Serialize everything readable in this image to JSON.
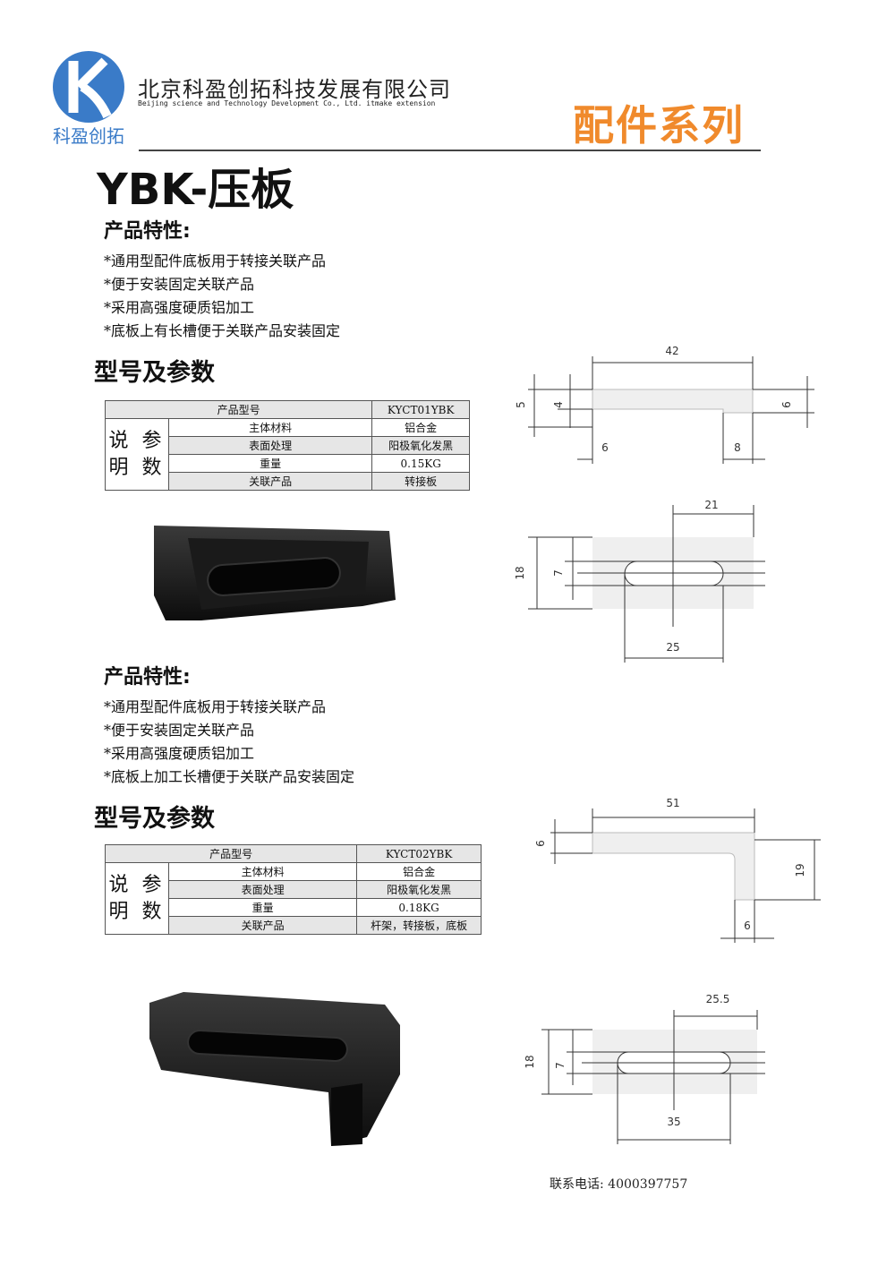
{
  "header": {
    "logo_text": "科盈创拓",
    "company_cn": "北京科盈创拓科技发展有限公司",
    "company_en": "Beijing science and Technology Development Co., Ltd. itmake extension",
    "series_label": "配件系列"
  },
  "title": "YBK-压板",
  "products": [
    {
      "features_heading": "产品特性:",
      "features": [
        "*通用型配件底板用于转接关联产品",
        "*便于安装固定关联产品",
        "*采用高强度硬质铝加工",
        "*底板上有长槽便于关联产品安装固定"
      ],
      "params_heading": "型号及参数",
      "table": {
        "model_label": "产品型号",
        "model_value": "KYCT01YBK",
        "side_label_line1": "说 参",
        "side_label_line2": "明 数",
        "rows": [
          {
            "label": "主体材料",
            "value": "铝合金"
          },
          {
            "label": "表面处理",
            "value": "阳极氧化发黑"
          },
          {
            "label": "重量",
            "value": "0.15KG"
          },
          {
            "label": "关联产品",
            "value": "转接板"
          }
        ]
      },
      "side_dims": {
        "length": "42",
        "total_h": "5",
        "step_h": "4",
        "right_h": "6",
        "left_w": "6",
        "right_w": "8"
      },
      "top_dims": {
        "half_w": "21",
        "height": "18",
        "slot_w": "7",
        "slot_len": "25"
      }
    },
    {
      "features_heading": "产品特性:",
      "features": [
        "*通用型配件底板用于转接关联产品",
        "*便于安装固定关联产品",
        "*采用高强度硬质铝加工",
        "*底板上加工长槽便于关联产品安装固定"
      ],
      "params_heading": "型号及参数",
      "table": {
        "model_label": "产品型号",
        "model_value": "KYCT02YBK",
        "side_label_line1": "说 参",
        "side_label_line2": "明 数",
        "rows": [
          {
            "label": "主体材料",
            "value": "铝合金"
          },
          {
            "label": "表面处理",
            "value": "阳极氧化发黑"
          },
          {
            "label": "重量",
            "value": "0.18KG"
          },
          {
            "label": "关联产品",
            "value": "杆架，转接板，底板"
          }
        ]
      },
      "side_dims": {
        "length": "51",
        "top_h": "6",
        "total_h": "19",
        "leg_w": "6"
      },
      "top_dims": {
        "half_w": "25.5",
        "height": "18",
        "slot_w": "7",
        "slot_len": "35"
      }
    }
  ],
  "footer": {
    "phone": "联系电话: 4000397757"
  },
  "colors": {
    "accent": "#f08a2c",
    "logo_blue": "#3a7bc8",
    "drawing_line": "#333333",
    "part_fill": "#efefef"
  }
}
